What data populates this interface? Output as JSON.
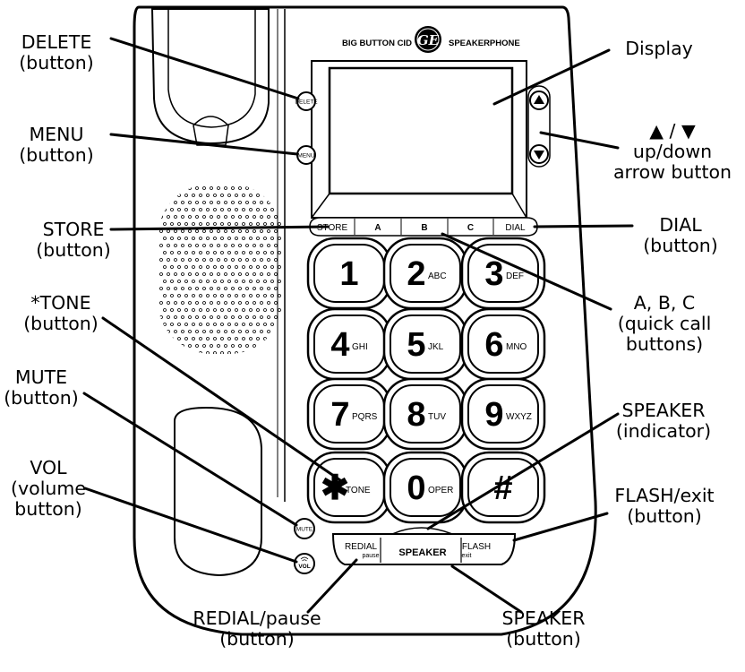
{
  "device": {
    "brand_left": "BIG BUTTON CID",
    "brand_right": "SPEAKERPHONE",
    "logo_text": "GE",
    "side_buttons": {
      "delete": "DELETE",
      "menu": "MENU",
      "mute": "MUTE",
      "vol": "VOL"
    },
    "strip": [
      "STORE",
      "A",
      "B",
      "C",
      "DIAL"
    ],
    "keys": [
      {
        "num": "1",
        "sub": ""
      },
      {
        "num": "2",
        "sub": "ABC"
      },
      {
        "num": "3",
        "sub": "DEF"
      },
      {
        "num": "4",
        "sub": "GHI"
      },
      {
        "num": "5",
        "sub": "JKL"
      },
      {
        "num": "6",
        "sub": "MNO"
      },
      {
        "num": "7",
        "sub": "PQRS"
      },
      {
        "num": "8",
        "sub": "TUV"
      },
      {
        "num": "9",
        "sub": "WXYZ"
      },
      {
        "num": "✱",
        "sub": "TONE"
      },
      {
        "num": "0",
        "sub": "OPER"
      },
      {
        "num": "#",
        "sub": ""
      }
    ],
    "bottom": {
      "redial": "REDIAL",
      "pause": "pause",
      "speaker": "SPEAKER",
      "flash": "FLASH",
      "exit": "exit"
    }
  },
  "callouts": {
    "delete": [
      "DELETE",
      "(button)"
    ],
    "menu": [
      "MENU",
      "(button)"
    ],
    "store": [
      "STORE",
      "(button)"
    ],
    "tone": [
      "*TONE",
      "(button)"
    ],
    "mute": [
      "MUTE",
      "(button)"
    ],
    "vol": [
      "VOL",
      "(volume",
      "button)"
    ],
    "display": [
      "Display"
    ],
    "updown": [
      "▲ / ▼",
      "up/down",
      "arrow button"
    ],
    "dial": [
      "DIAL",
      "(button)"
    ],
    "abc": [
      "A, B, C",
      "(quick call",
      "buttons)"
    ],
    "spk_ind": [
      "SPEAKER",
      "(indicator)"
    ],
    "flash": [
      "FLASH/exit",
      "(button)"
    ],
    "redial": [
      "REDIAL/pause",
      "(button)"
    ],
    "spk_btn": [
      "SPEAKER",
      "(button)"
    ]
  }
}
